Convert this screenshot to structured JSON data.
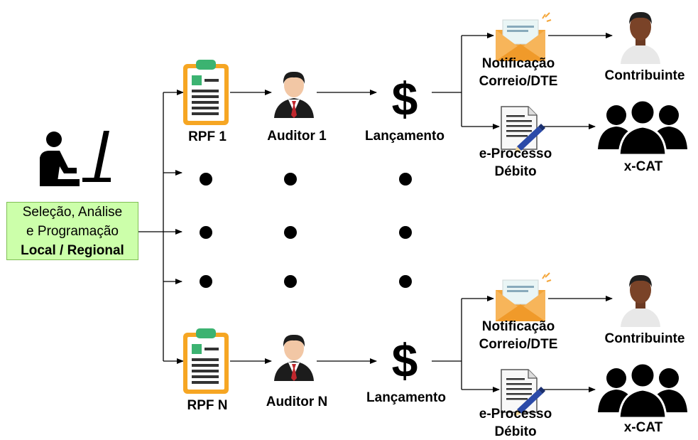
{
  "source": {
    "line1": "Seleção, Análise",
    "line2": "e Programação",
    "line3": "Local / Regional"
  },
  "top": {
    "rpf": "RPF 1",
    "auditor": "Auditor 1",
    "lancamento": "Lançamento",
    "notificacao_1": "Notificação",
    "notificacao_2": "Correio/DTE",
    "contribuinte": "Contribuinte",
    "eprocesso_1": "e-Processo",
    "eprocesso_2": "Débito",
    "xcat": "x-CAT"
  },
  "bottom": {
    "rpf": "RPF N",
    "auditor": "Auditor N",
    "lancamento": "Lançamento",
    "notificacao_1": "Notificação",
    "notificacao_2": "Correio/DTE",
    "contribuinte": "Contribuinte",
    "eprocesso_1": "e-Processo",
    "eprocesso_2": "Débito",
    "xcat": "x-CAT"
  },
  "icons": {
    "analyst": "person-at-computer-icon",
    "rpf": "clipboard-icon",
    "auditor": "businessman-icon",
    "lancamento": "dollar-sign-icon",
    "notificacao": "envelope-icon",
    "eprocesso": "document-pen-icon",
    "contribuinte": "person-icon",
    "xcat": "group-icon"
  },
  "colors": {
    "source_box_fill": "#ccffaa",
    "clipboard_orange": "#f6a623",
    "clipboard_green": "#3cb371",
    "envelope_orange": "#f4a63a",
    "tie_red": "#c0272d"
  }
}
